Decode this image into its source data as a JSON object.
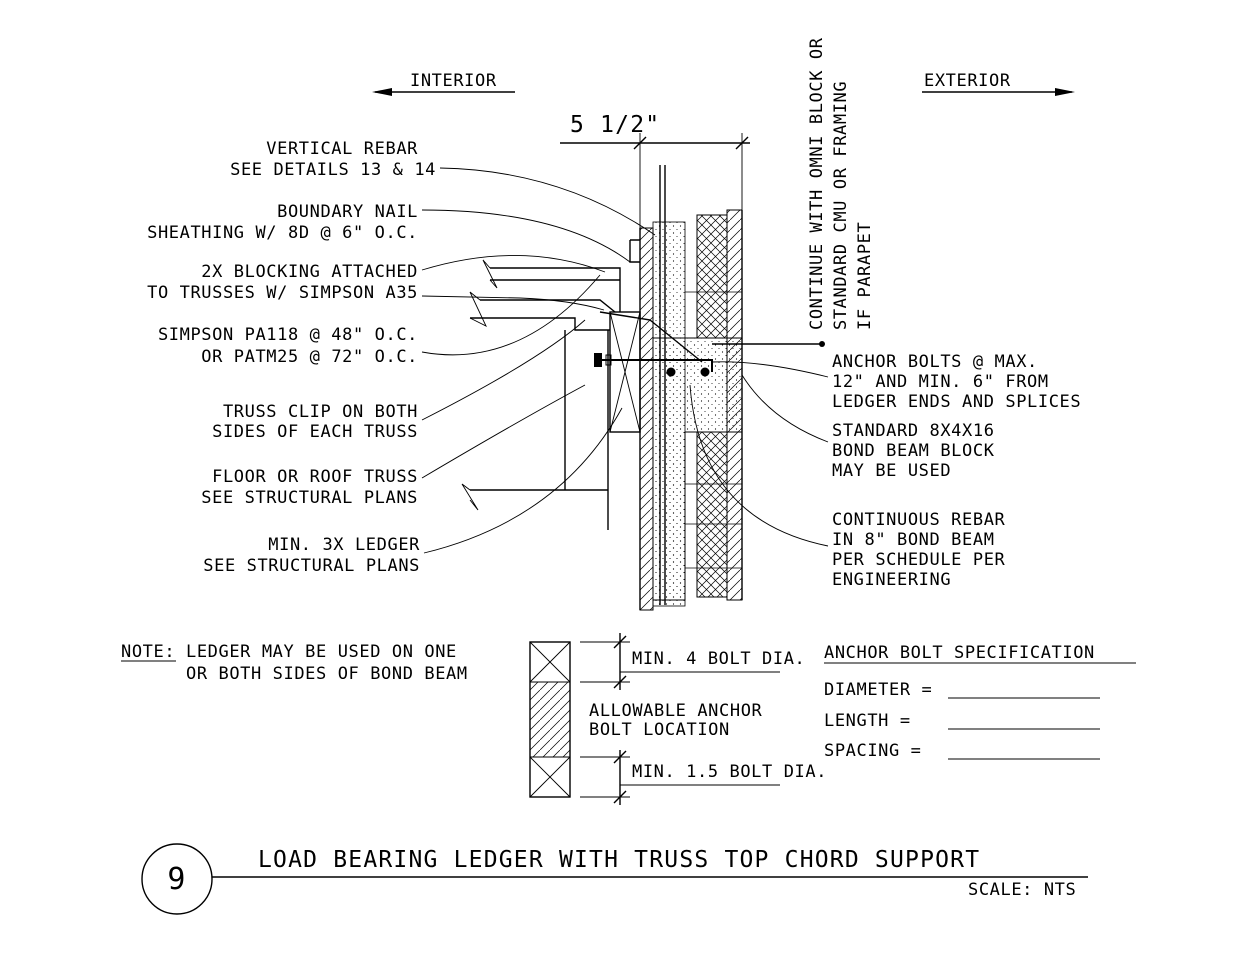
{
  "directions": {
    "interior": "INTERIOR",
    "exterior": "EXTERIOR"
  },
  "dimension": "5 1/2\"",
  "vertical_note": [
    "CONTINUE WITH OMNI BLOCK OR",
    "STANDARD CMU OR FRAMING",
    "IF PARAPET"
  ],
  "left_callouts": [
    [
      "VERTICAL REBAR",
      "SEE DETAILS 13 & 14"
    ],
    [
      "BOUNDARY NAIL",
      "SHEATHING W/ 8D @ 6\" O.C."
    ],
    [
      "2X BLOCKING ATTACHED",
      "TO TRUSSES W/ SIMPSON A35"
    ],
    [
      "SIMPSON PA118 @ 48\" O.C.",
      "OR PATM25 @ 72\" O.C."
    ],
    [
      "TRUSS CLIP ON BOTH",
      "SIDES OF EACH TRUSS"
    ],
    [
      "FLOOR OR ROOF TRUSS",
      "SEE STRUCTURAL PLANS"
    ],
    [
      "MIN. 3X LEDGER",
      "SEE STRUCTURAL PLANS"
    ]
  ],
  "right_callouts": [
    [
      "ANCHOR BOLTS @ MAX.",
      "12\" AND MIN. 6\" FROM",
      "LEDGER ENDS AND SPLICES"
    ],
    [
      "STANDARD 8X4X16",
      "BOND BEAM BLOCK",
      "MAY BE USED"
    ],
    [
      "CONTINUOUS REBAR",
      "IN 8\" BOND BEAM",
      "PER SCHEDULE PER",
      "ENGINEERING"
    ]
  ],
  "note": {
    "label": "NOTE:",
    "line1": "LEDGER MAY BE USED ON ONE",
    "line2": "OR BOTH SIDES OF BOND BEAM"
  },
  "bolt_diagram": {
    "min_top": "MIN. 4 BOLT DIA.",
    "allowable": [
      "ALLOWABLE ANCHOR",
      "BOLT LOCATION"
    ],
    "min_bottom": "MIN. 1.5 BOLT DIA."
  },
  "spec": {
    "title": "ANCHOR BOLT SPECIFICATION",
    "rows": [
      "DIAMETER =",
      "LENGTH    =",
      "SPACING   ="
    ]
  },
  "detail": {
    "number": "9",
    "title": "LOAD BEARING LEDGER WITH TRUSS TOP CHORD SUPPORT",
    "scale": "SCALE: NTS"
  }
}
